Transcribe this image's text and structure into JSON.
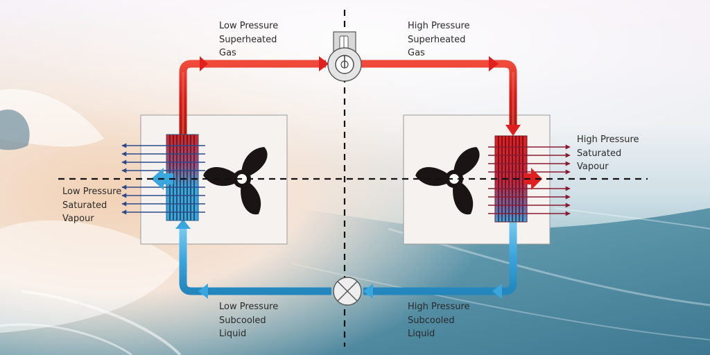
{
  "labels": {
    "low_superheated": [
      "Low Pressure",
      "Superheated",
      "Gas"
    ],
    "high_superheated": [
      "High Pressure",
      "Superheated",
      "Gas"
    ],
    "high_saturated": [
      "High Pressure",
      "Saturated",
      "Vapour"
    ],
    "low_saturated": [
      "Low Pressure",
      "Saturated",
      "Vapour"
    ],
    "low_subcooled": [
      "Low Pressure",
      "Subcooled",
      "Liquid"
    ],
    "high_subcooled": [
      "High Pressure",
      "Subcooled",
      "Liquid"
    ]
  },
  "icons": {
    "compressor": "compressor-icon",
    "expansion_valve": "expansion-valve-icon",
    "evaporator_fan": "fan-icon",
    "condenser_fan": "fan-icon"
  },
  "colors": {
    "hot_line": "#e0201e",
    "cold_line": "#3aa6de",
    "fan": "#1a1414",
    "divider": "#111111",
    "unit_box": "#f4f1ee"
  }
}
